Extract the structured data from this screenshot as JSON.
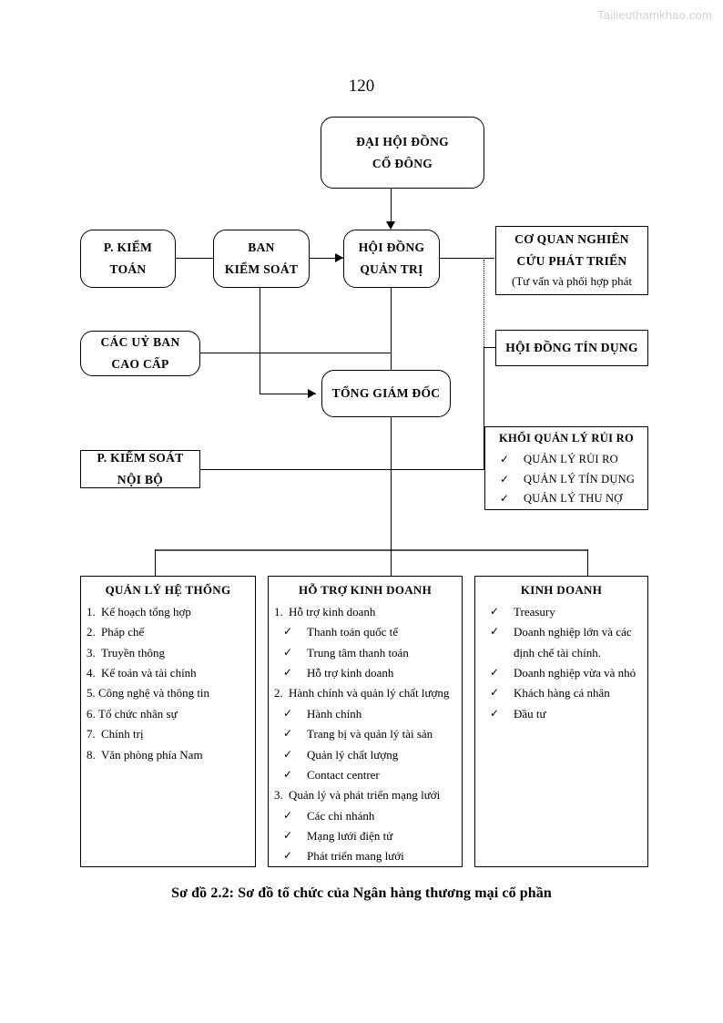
{
  "watermark": "Tailieuthamkhao.com",
  "page_number": "120",
  "caption": "Sơ đồ 2.2:  Sơ đồ tổ chức của Ngân hàng thương mại cổ phần",
  "nodes": {
    "shareholders": {
      "line1": "ĐẠI HỘI ĐỒNG",
      "line2": "CỔ ĐÔNG"
    },
    "audit_dept": {
      "line1": "P. KIỂM",
      "line2": "TOÁN"
    },
    "supervisory": {
      "line1": "BAN",
      "line2": "KIỂM SOÁT"
    },
    "board": {
      "line1": "HỘI ĐỒNG",
      "line2": "QUẢN TRỊ"
    },
    "research": {
      "line1": "CƠ QUAN NGHIÊN",
      "line2": "CỨU  PHÁT TRIỂN",
      "line3": "(Tư vấn và phối hợp phát"
    },
    "committees": {
      "line1": "CÁC UỶ BAN",
      "line2": "CAO CẤP"
    },
    "credit_council": {
      "line1": "HỘI ĐỒNG TÍN DỤNG"
    },
    "ceo": {
      "line1": "TỔNG GIÁM ĐỐC"
    },
    "internal_ctrl": {
      "line1": "P. KIỂM SOÁT",
      "line2": "NỘI BỘ"
    }
  },
  "risk_block": {
    "title": "KHỐI QUẢN LÝ RỦI RO",
    "items": [
      "QUẢN LÝ RỦI RO",
      "QUẢN LÝ TÍN DỤNG",
      "QUẢN LÝ THU NỢ"
    ]
  },
  "bottom_blocks": [
    {
      "title": "QUẢN LÝ HỆ THỐNG",
      "items": [
        {
          "marker": "1.",
          "text": "Kế hoạch tổng hợp",
          "type": "num"
        },
        {
          "marker": "2.",
          "text": "Pháp chế",
          "type": "num"
        },
        {
          "marker": "3.",
          "text": "Truyền thông",
          "type": "num"
        },
        {
          "marker": "4.",
          "text": "Kế toán và tài chính",
          "type": "num"
        },
        {
          "marker": "5.",
          "text": "Công nghệ và thông tin",
          "type": "num-nospace"
        },
        {
          "marker": "6.",
          "text": "Tổ chức nhân sự",
          "type": "num-nospace"
        },
        {
          "marker": "7.",
          "text": "Chính trị",
          "type": "num"
        },
        {
          "marker": "8.",
          "text": "Văn phòng phía Nam",
          "type": "num"
        }
      ]
    },
    {
      "title": "HỖ TRỢ KINH DOANH",
      "items": [
        {
          "marker": "1.",
          "text": "Hỗ trợ kinh doanh",
          "type": "num"
        },
        {
          "marker": "✓",
          "text": "Thanh toán quốc tế",
          "type": "chk"
        },
        {
          "marker": "✓",
          "text": "Trung tâm thanh toán",
          "type": "chk"
        },
        {
          "marker": "✓",
          "text": "Hỗ trợ kinh doanh",
          "type": "chk"
        },
        {
          "marker": "2.",
          "text": "Hành chính và quản lý chất lượng",
          "type": "num"
        },
        {
          "marker": "✓",
          "text": "Hành chính",
          "type": "chk"
        },
        {
          "marker": "✓",
          "text": "Trang bị và quản lý tài sản",
          "type": "chk"
        },
        {
          "marker": "✓",
          "text": "Quản lý chất lượng",
          "type": "chk"
        },
        {
          "marker": "✓",
          "text": "Contact centrer",
          "type": "chk"
        },
        {
          "marker": "3.",
          "text": "Quản lý và phát triển mạng lưới",
          "type": "num"
        },
        {
          "marker": "✓",
          "text": "Các chi nhánh",
          "type": "chk"
        },
        {
          "marker": "✓",
          "text": "Mạng lưới điện tử",
          "type": "chk"
        },
        {
          "marker": "✓",
          "text": "Phát triển mang lưới",
          "type": "chk"
        }
      ]
    },
    {
      "title": "KINH DOANH",
      "items": [
        {
          "marker": "✓",
          "text": "Treasury",
          "type": "chk"
        },
        {
          "marker": "✓",
          "text": "Doanh nghiệp lớn và các",
          "text2": "định chế tài chính.",
          "type": "chk-wrap"
        },
        {
          "marker": "✓",
          "text": "Doanh nghiệp vừa và nhỏ",
          "type": "chk"
        },
        {
          "marker": "✓",
          "text": "Khách hàng cá nhân",
          "type": "chk"
        },
        {
          "marker": "✓",
          "text": "Đầu tư",
          "type": "chk"
        }
      ]
    }
  ]
}
